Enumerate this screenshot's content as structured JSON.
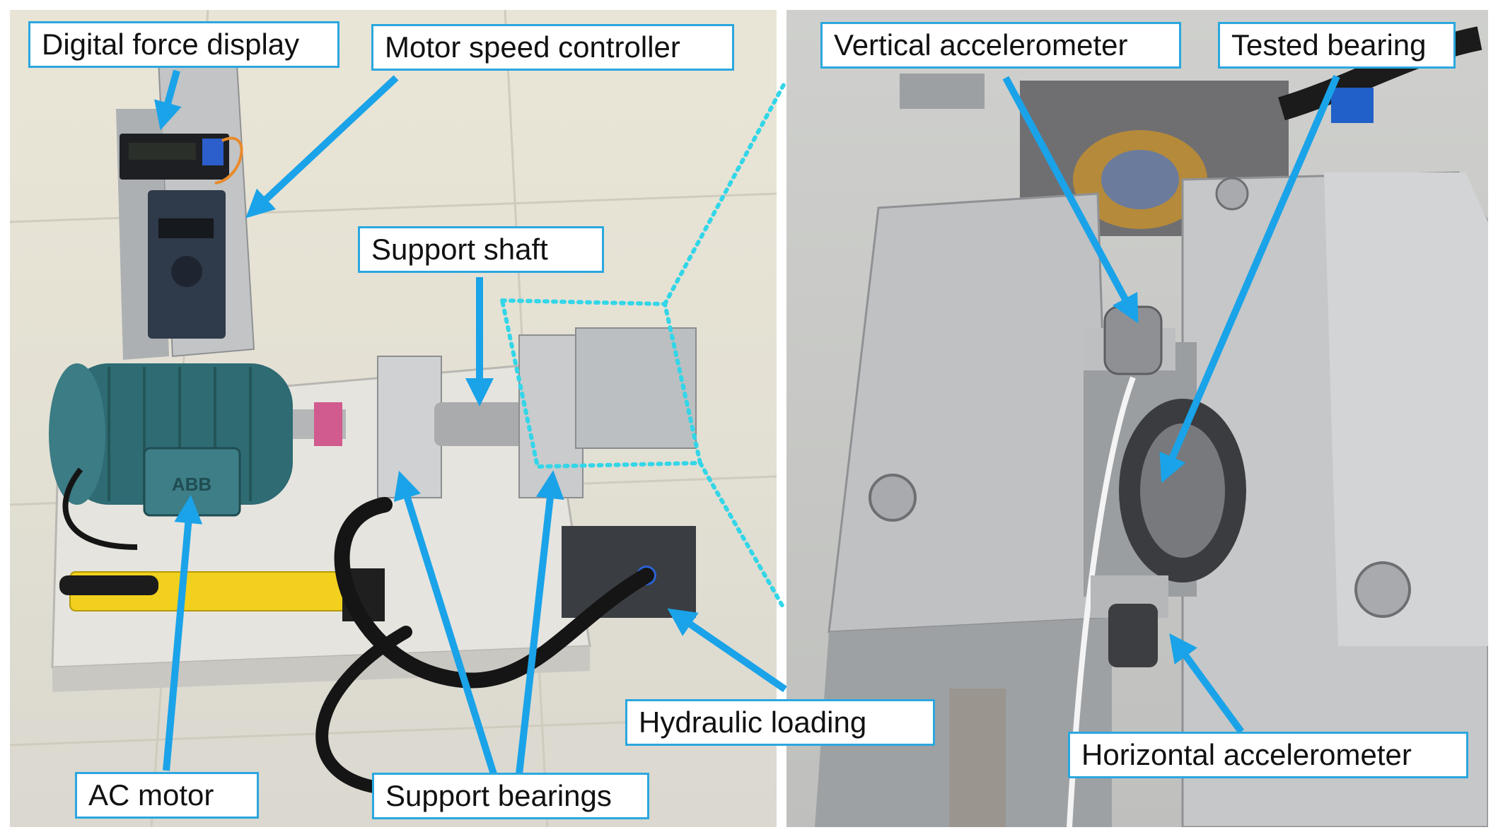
{
  "labels": {
    "digital_force_display": "Digital force display",
    "motor_speed_controller": "Motor speed controller",
    "support_shaft": "Support shaft",
    "ac_motor": "AC motor",
    "support_bearings": "Support bearings",
    "hydraulic_loading": "Hydraulic loading",
    "vertical_accelerometer": "Vertical accelerometer",
    "tested_bearing": "Tested bearing",
    "horizontal_accelerometer": "Horizontal accelerometer"
  },
  "motor_brand": "ABB",
  "colors": {
    "callout_border": "#2ba7df",
    "arrow": "#1aa3e8",
    "zoom_dotted": "#33d6e8"
  }
}
